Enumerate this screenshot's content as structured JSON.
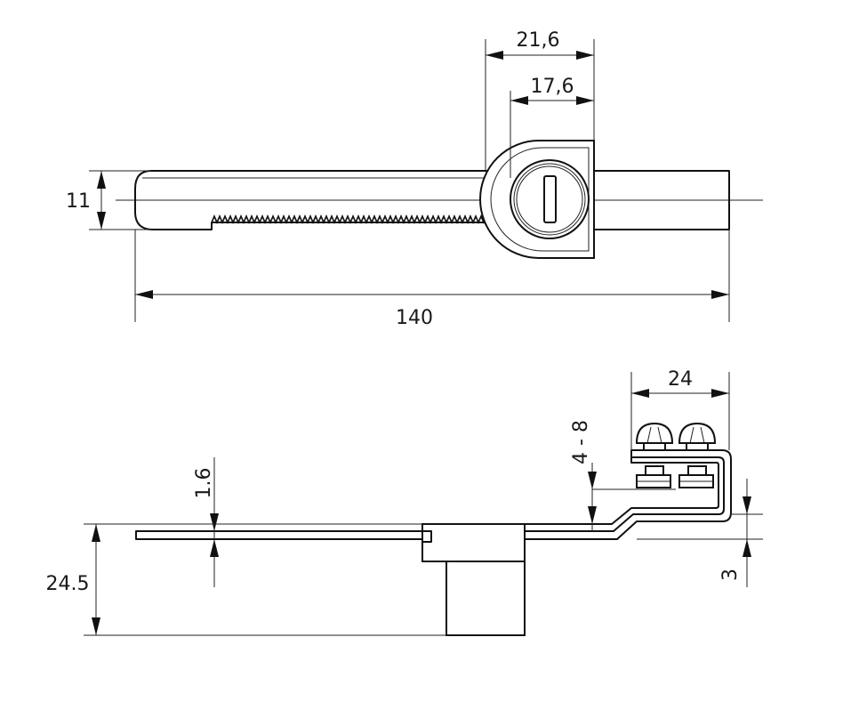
{
  "dimensions": {
    "top_width_outer": "21,6",
    "top_width_inner": "17,6",
    "bar_height": "11",
    "total_length": "140",
    "bracket_width": "24",
    "screw_range": "4 - 8",
    "plate_thickness": "1.6",
    "total_height": "24.5",
    "offset": "3"
  },
  "colors": {
    "line": "#111111",
    "background": "#ffffff"
  }
}
